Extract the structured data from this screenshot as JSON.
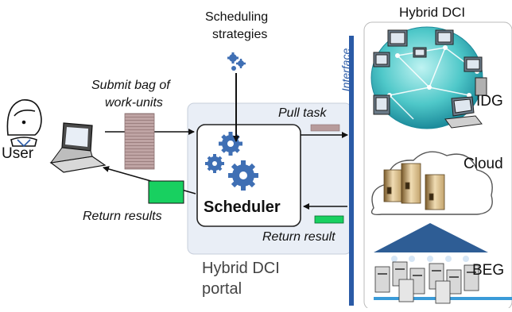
{
  "diagram": {
    "user_label": "User",
    "submit_label_line1": "Submit bag of",
    "submit_label_line2": "work-units",
    "return_results_label": "Return results",
    "strategies_line1": "Scheduling",
    "strategies_line2": "strategies",
    "pull_task_label": "Pull task",
    "return_result_label": "Return result",
    "scheduler_label": "Scheduler",
    "portal_line1": "Hybrid DCI",
    "portal_line2": "portal",
    "interface_label": "Interface",
    "dci_title": "Hybrid DCI",
    "idg_label": "IDG",
    "cloud_label": "Cloud",
    "beg_label": "BEG"
  },
  "colors": {
    "interface_bar": "#2a5aa6",
    "portal_fill": "#e9eef6",
    "gear": "#3f6fb4",
    "work_units": "#b79b9b",
    "result_green": "#18d060",
    "globe": "#4fc8c9",
    "beg_roof": "#2e5d95"
  },
  "icons": [
    "user-icon",
    "laptop-icon",
    "gear-icon",
    "globe-icon",
    "server-icon",
    "cloud-icon"
  ]
}
